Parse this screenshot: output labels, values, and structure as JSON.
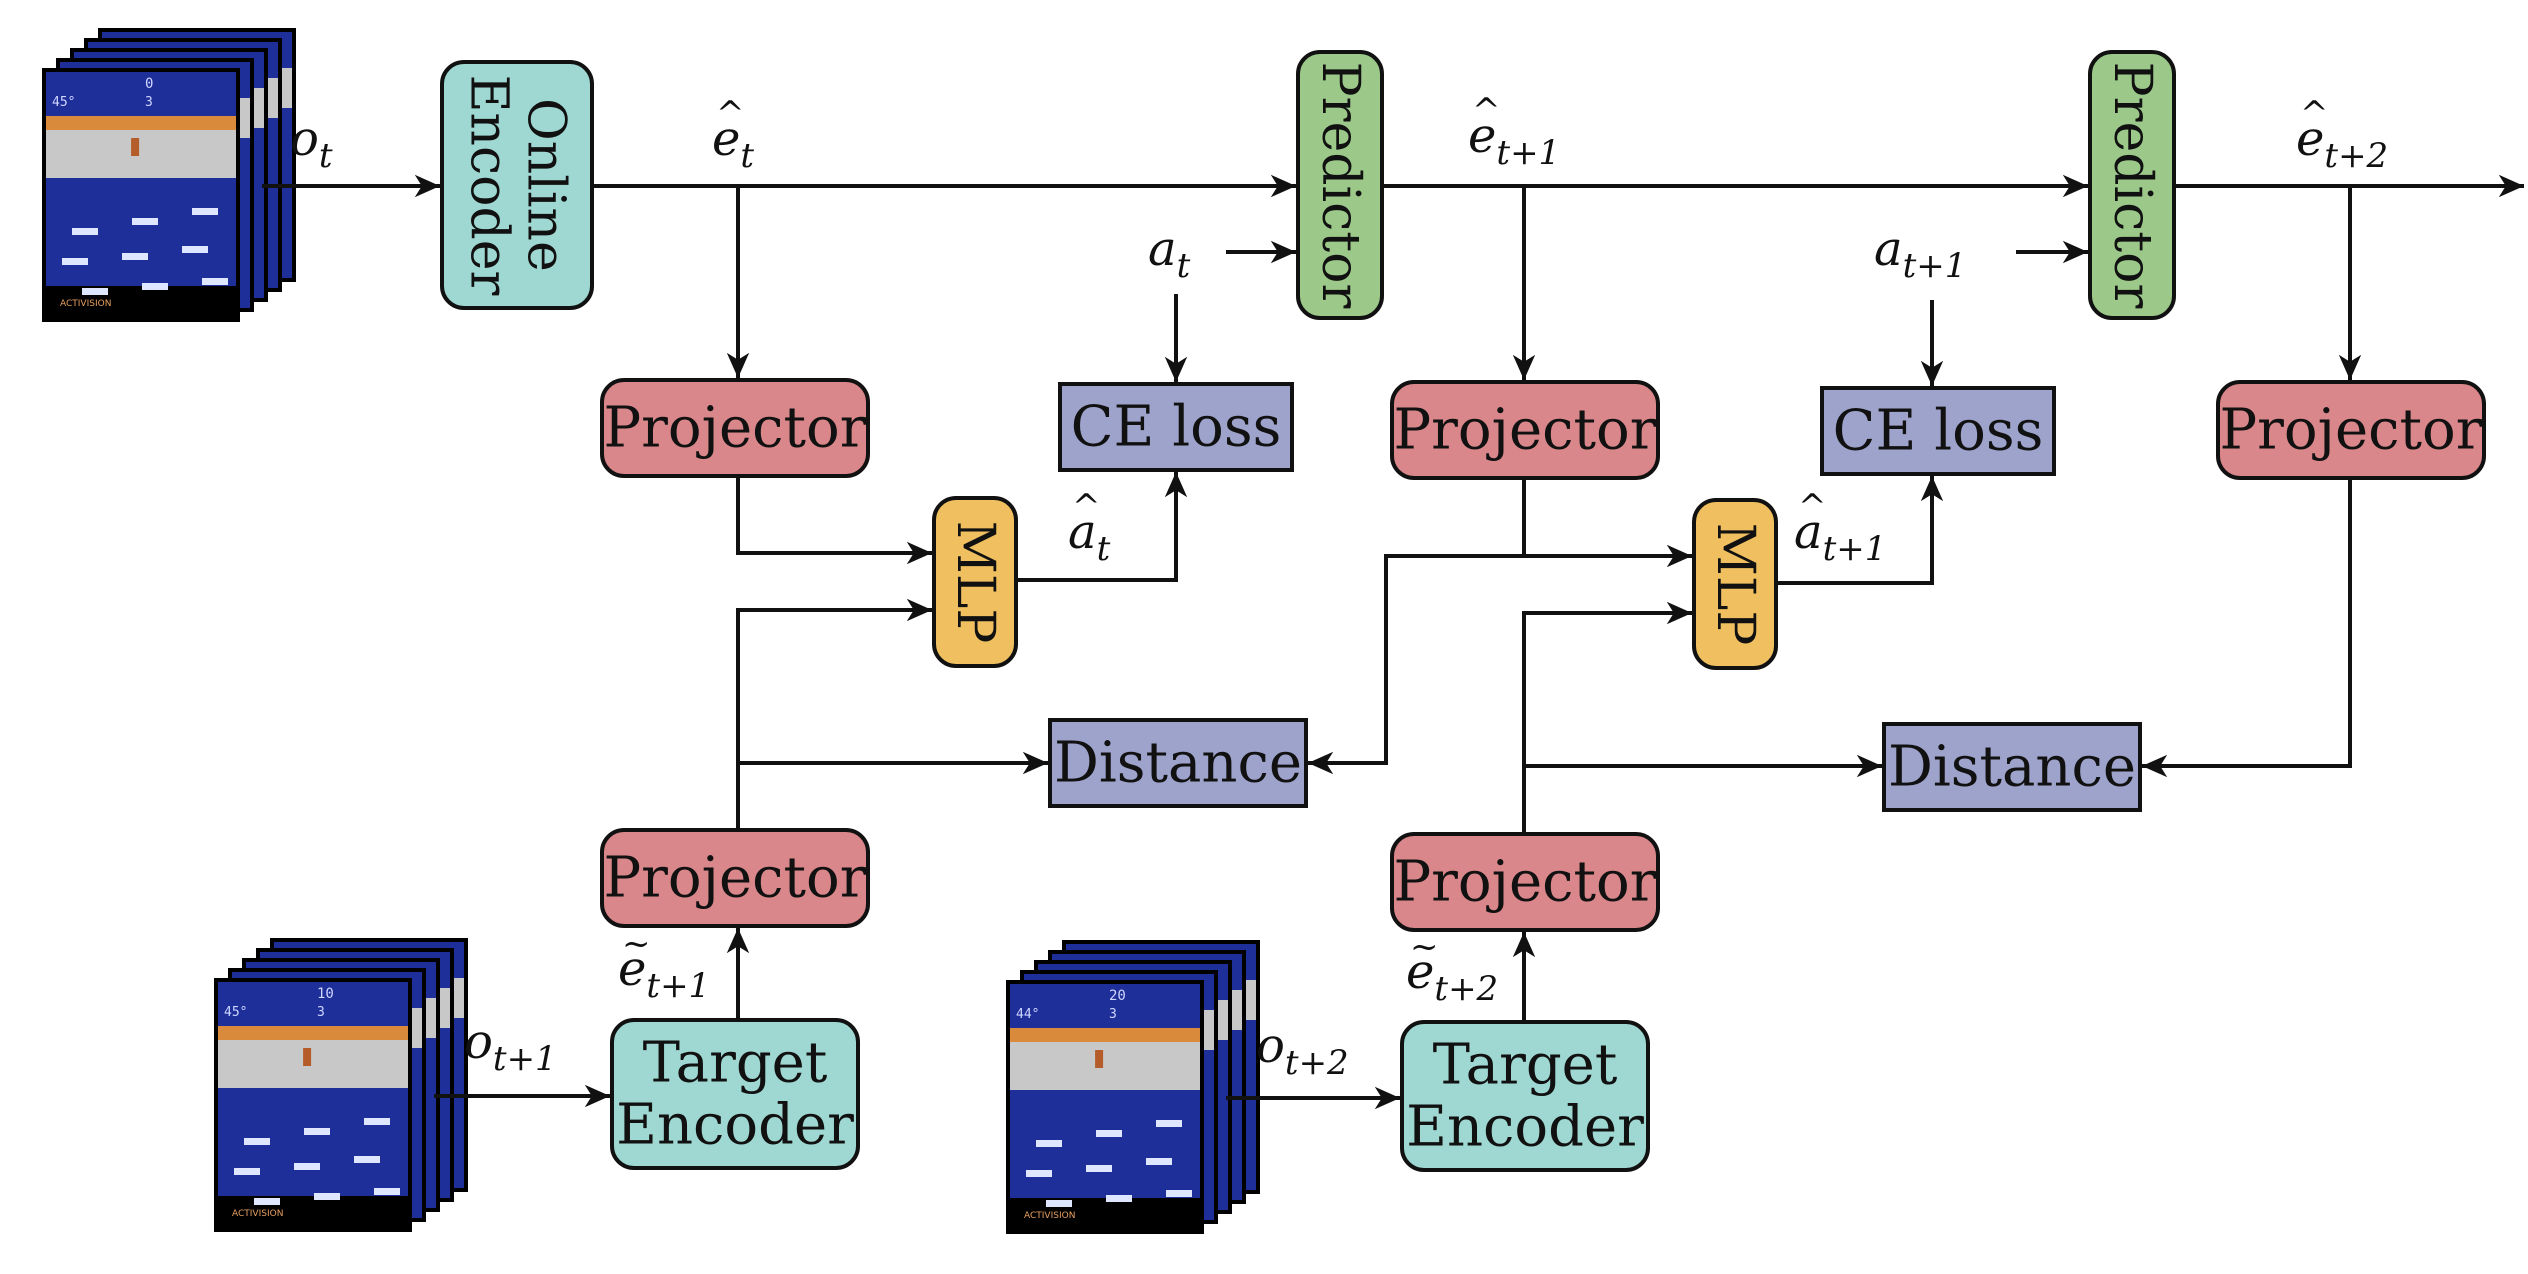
{
  "colors": {
    "encoder": "#9fd8d2",
    "predictor": "#9cc98a",
    "projector": "#d9878a",
    "mlp": "#f0c060",
    "loss": "#9ea3cc",
    "screen_bg": "#1f2f9a",
    "screen_band": "#c8c8c8",
    "stroke": "#111111"
  },
  "boxes": {
    "online_encoder": {
      "lines": [
        "Online",
        "Encoder"
      ],
      "rotated": true
    },
    "predictor_1": {
      "lines": [
        "Predictor"
      ],
      "rotated": true
    },
    "predictor_2": {
      "lines": [
        "Predictor"
      ],
      "rotated": true
    },
    "projector_top_1": {
      "lines": [
        "Projector"
      ]
    },
    "projector_top_2": {
      "lines": [
        "Projector"
      ]
    },
    "projector_top_3": {
      "lines": [
        "Projector"
      ]
    },
    "projector_bottom_1": {
      "lines": [
        "Projector"
      ]
    },
    "projector_bottom_2": {
      "lines": [
        "Projector"
      ]
    },
    "ce_loss_1": {
      "lines": [
        "CE loss"
      ]
    },
    "ce_loss_2": {
      "lines": [
        "CE loss"
      ]
    },
    "mlp_1": {
      "lines": [
        "MLP"
      ],
      "rotated": true
    },
    "mlp_2": {
      "lines": [
        "MLP"
      ],
      "rotated": true
    },
    "distance_1": {
      "lines": [
        "Distance"
      ]
    },
    "distance_2": {
      "lines": [
        "Distance"
      ]
    },
    "target_encoder_1": {
      "lines": [
        "Target",
        "Encoder"
      ]
    },
    "target_encoder_2": {
      "lines": [
        "Target",
        "Encoder"
      ]
    }
  },
  "labels": {
    "o_t": {
      "base": "o",
      "sub": "t",
      "accent": ""
    },
    "e_hat_t": {
      "base": "e",
      "sub": "t",
      "accent": "^"
    },
    "e_hat_t1": {
      "base": "e",
      "sub": "t+1",
      "accent": "^"
    },
    "e_hat_t2": {
      "base": "e",
      "sub": "t+2",
      "accent": "^"
    },
    "a_t": {
      "base": "a",
      "sub": "t",
      "accent": ""
    },
    "a_t1": {
      "base": "a",
      "sub": "t+1",
      "accent": ""
    },
    "a_hat_t": {
      "base": "a",
      "sub": "t",
      "accent": "^"
    },
    "a_hat_t1": {
      "base": "a",
      "sub": "t+1",
      "accent": "^"
    },
    "e_tilde_t1": {
      "base": "e",
      "sub": "t+1",
      "accent": "~"
    },
    "e_tilde_t2": {
      "base": "e",
      "sub": "t+2",
      "accent": "~"
    },
    "o_t1": {
      "base": "o",
      "sub": "t+1",
      "accent": ""
    },
    "o_t2": {
      "base": "o",
      "sub": "t+2",
      "accent": ""
    }
  },
  "frames": {
    "frame_t": {
      "score_top": "0",
      "score_bot": "3",
      "temp": "45°",
      "brand": "ACTIVISION"
    },
    "frame_t1": {
      "score_top": "10",
      "score_bot": "3",
      "temp": "45°",
      "brand": "ACTIVISION"
    },
    "frame_t2": {
      "score_top": "20",
      "score_bot": "3",
      "temp": "44°",
      "brand": "ACTIVISION"
    }
  }
}
